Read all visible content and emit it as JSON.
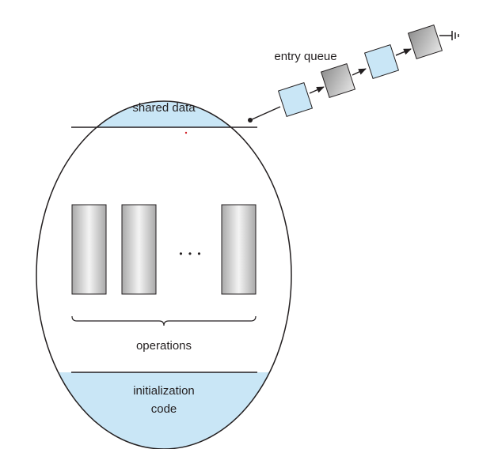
{
  "labels": {
    "entry_queue": "entry queue",
    "shared_data": "shared data",
    "ellipsis": "• • •",
    "operations": "operations",
    "init_line1": "initialization",
    "init_line2": "code"
  },
  "colors": {
    "light_blue": "#c9e6f6",
    "gray_box": "#bdbdbd",
    "outline": "#231f20"
  }
}
